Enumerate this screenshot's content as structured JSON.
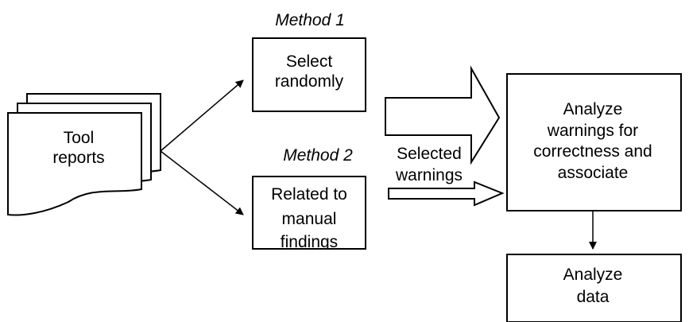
{
  "tool_reports": {
    "line1": "Tool",
    "line2": "reports"
  },
  "method1": {
    "label": "Method 1",
    "box_line1": "Select",
    "box_line2": "randomly"
  },
  "method2": {
    "label": "Method 2",
    "box_line1": "Related to",
    "box_line2": "manual",
    "box_line3": "findings"
  },
  "selected_warnings": {
    "line1": "Selected",
    "line2": "warnings"
  },
  "analyze_warnings": {
    "line1": "Analyze",
    "line2": "warnings for",
    "line3": "correctness and",
    "line4": "associate"
  },
  "analyze_data": {
    "line1": "Analyze",
    "line2": "data"
  }
}
